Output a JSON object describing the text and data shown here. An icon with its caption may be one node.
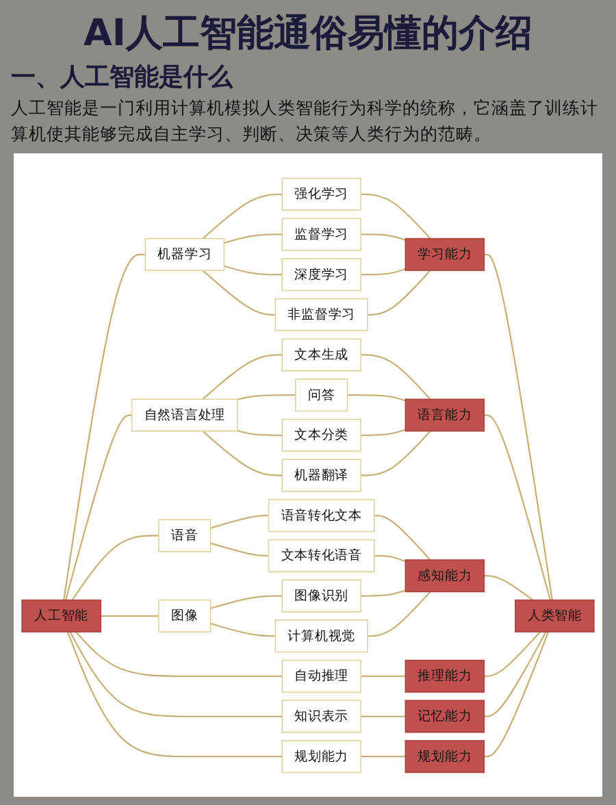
{
  "diagram": {
    "title": "AI人工智能通俗易懂的介绍",
    "nodes": [
      {
        "text": [
          "人工智能"
        ]
      },
      {
        "text": [
          "机器学习"
        ]
      },
      {
        "text": [
          "强化学习"
        ]
      },
      {
        "text": [
          "监督学习"
        ]
      },
      {
        "text": [
          "深度学习"
        ]
      },
      {
        "text": [
          "非监督学习"
        ]
      },
      {
        "text": [
          "自然语言处理"
        ]
      },
      {
        "text": [
          "文本生成"
        ]
      },
      {
        "text": [
          "问答"
        ]
      },
      {
        "text": [
          "文本分类"
        ]
      },
      {
        "text": [
          "机器翻译"
        ]
      },
      {
        "text": [
          "语音"
        ]
      },
      {
        "text": [
          "语音转化文本"
        ]
      },
      {
        "text": [
          "文本转化语音"
        ]
      },
      {
        "text": [
          "图像"
        ]
      },
      {
        "text": [
          "图像识别"
        ]
      },
      {
        "text": [
          "计算机视觉"
        ]
      },
      {
        "text": [
          "自动推理"
        ]
      },
      {
        "text": [
          "知识表示"
        ]
      },
      {
        "text": [
          "规划能力"
        ]
      },
      {
        "text": [
          "学习能力"
        ]
      },
      {
        "text": [
          "语言能力"
        ]
      },
      {
        "text": [
          "感知能力"
        ]
      },
      {
        "text": [
          "推理能力"
        ]
      },
      {
        "text": [
          "记忆能力"
        ]
      },
      {
        "text": [
          "规划能力"
        ]
      },
      {
        "text": [
          "人类智能"
        ]
      }
    ],
    "edges": [
      {
        "from": 0,
        "to": 1,
        "arrow": "none"
      },
      {
        "from": 1,
        "to": 2,
        "arrow": "none"
      },
      {
        "from": 1,
        "to": 3,
        "arrow": "none"
      },
      {
        "from": 1,
        "to": 4,
        "arrow": "none"
      },
      {
        "from": 1,
        "to": 5,
        "arrow": "none"
      },
      {
        "from": 0,
        "to": 6,
        "arrow": "none"
      },
      {
        "from": 6,
        "to": 7,
        "arrow": "none"
      },
      {
        "from": 6,
        "to": 8,
        "arrow": "none"
      },
      {
        "from": 6,
        "to": 9,
        "arrow": "none"
      },
      {
        "from": 6,
        "to": 10,
        "arrow": "none"
      },
      {
        "from": 0,
        "to": 11,
        "arrow": "none"
      },
      {
        "from": 11,
        "to": 12,
        "arrow": "none"
      },
      {
        "from": 11,
        "to": 13,
        "arrow": "none"
      },
      {
        "from": 0,
        "to": 14,
        "arrow": "none"
      },
      {
        "from": 14,
        "to": 15,
        "arrow": "none"
      },
      {
        "from": 14,
        "to": 16,
        "arrow": "none"
      },
      {
        "from": 0,
        "to": 17,
        "arrow": "none"
      },
      {
        "from": 0,
        "to": 18,
        "arrow": "none"
      },
      {
        "from": 0,
        "to": 19,
        "arrow": "none"
      },
      {
        "from": 2,
        "to": 20,
        "arrow": "none"
      },
      {
        "from": 3,
        "to": 20,
        "arrow": "none"
      },
      {
        "from": 4,
        "to": 20,
        "arrow": "none"
      },
      {
        "from": 5,
        "to": 20,
        "arrow": "none"
      },
      {
        "from": 7,
        "to": 21,
        "arrow": "none"
      },
      {
        "from": 8,
        "to": 21,
        "arrow": "none"
      },
      {
        "from": 9,
        "to": 21,
        "arrow": "none"
      },
      {
        "from": 10,
        "to": 21,
        "arrow": "none"
      },
      {
        "from": 12,
        "to": 22,
        "arrow": "none"
      },
      {
        "from": 13,
        "to": 22,
        "arrow": "none"
      },
      {
        "from": 15,
        "to": 22,
        "arrow": "none"
      },
      {
        "from": 16,
        "to": 22,
        "arrow": "none"
      },
      {
        "from": 17,
        "to": 23,
        "arrow": "none"
      },
      {
        "from": 18,
        "to": 24,
        "arrow": "none"
      },
      {
        "from": 19,
        "to": 25,
        "arrow": "none"
      },
      {
        "from": 20,
        "to": 26,
        "arrow": "none"
      },
      {
        "from": 21,
        "to": 26,
        "arrow": "none"
      },
      {
        "from": 22,
        "to": 26,
        "arrow": "none"
      },
      {
        "from": 23,
        "to": 26,
        "arrow": "none"
      },
      {
        "from": 24,
        "to": 26,
        "arrow": "none"
      },
      {
        "from": 25,
        "to": 26,
        "arrow": "none"
      }
    ],
    "labels": [
      "一、人工智能是什么",
      "人工智能是一门利用计算机模拟人类智能行为科学的统称，它涵盖了训练计算机使其能够完成自主学习、判断、决策等人类行为的范畴。"
    ]
  }
}
